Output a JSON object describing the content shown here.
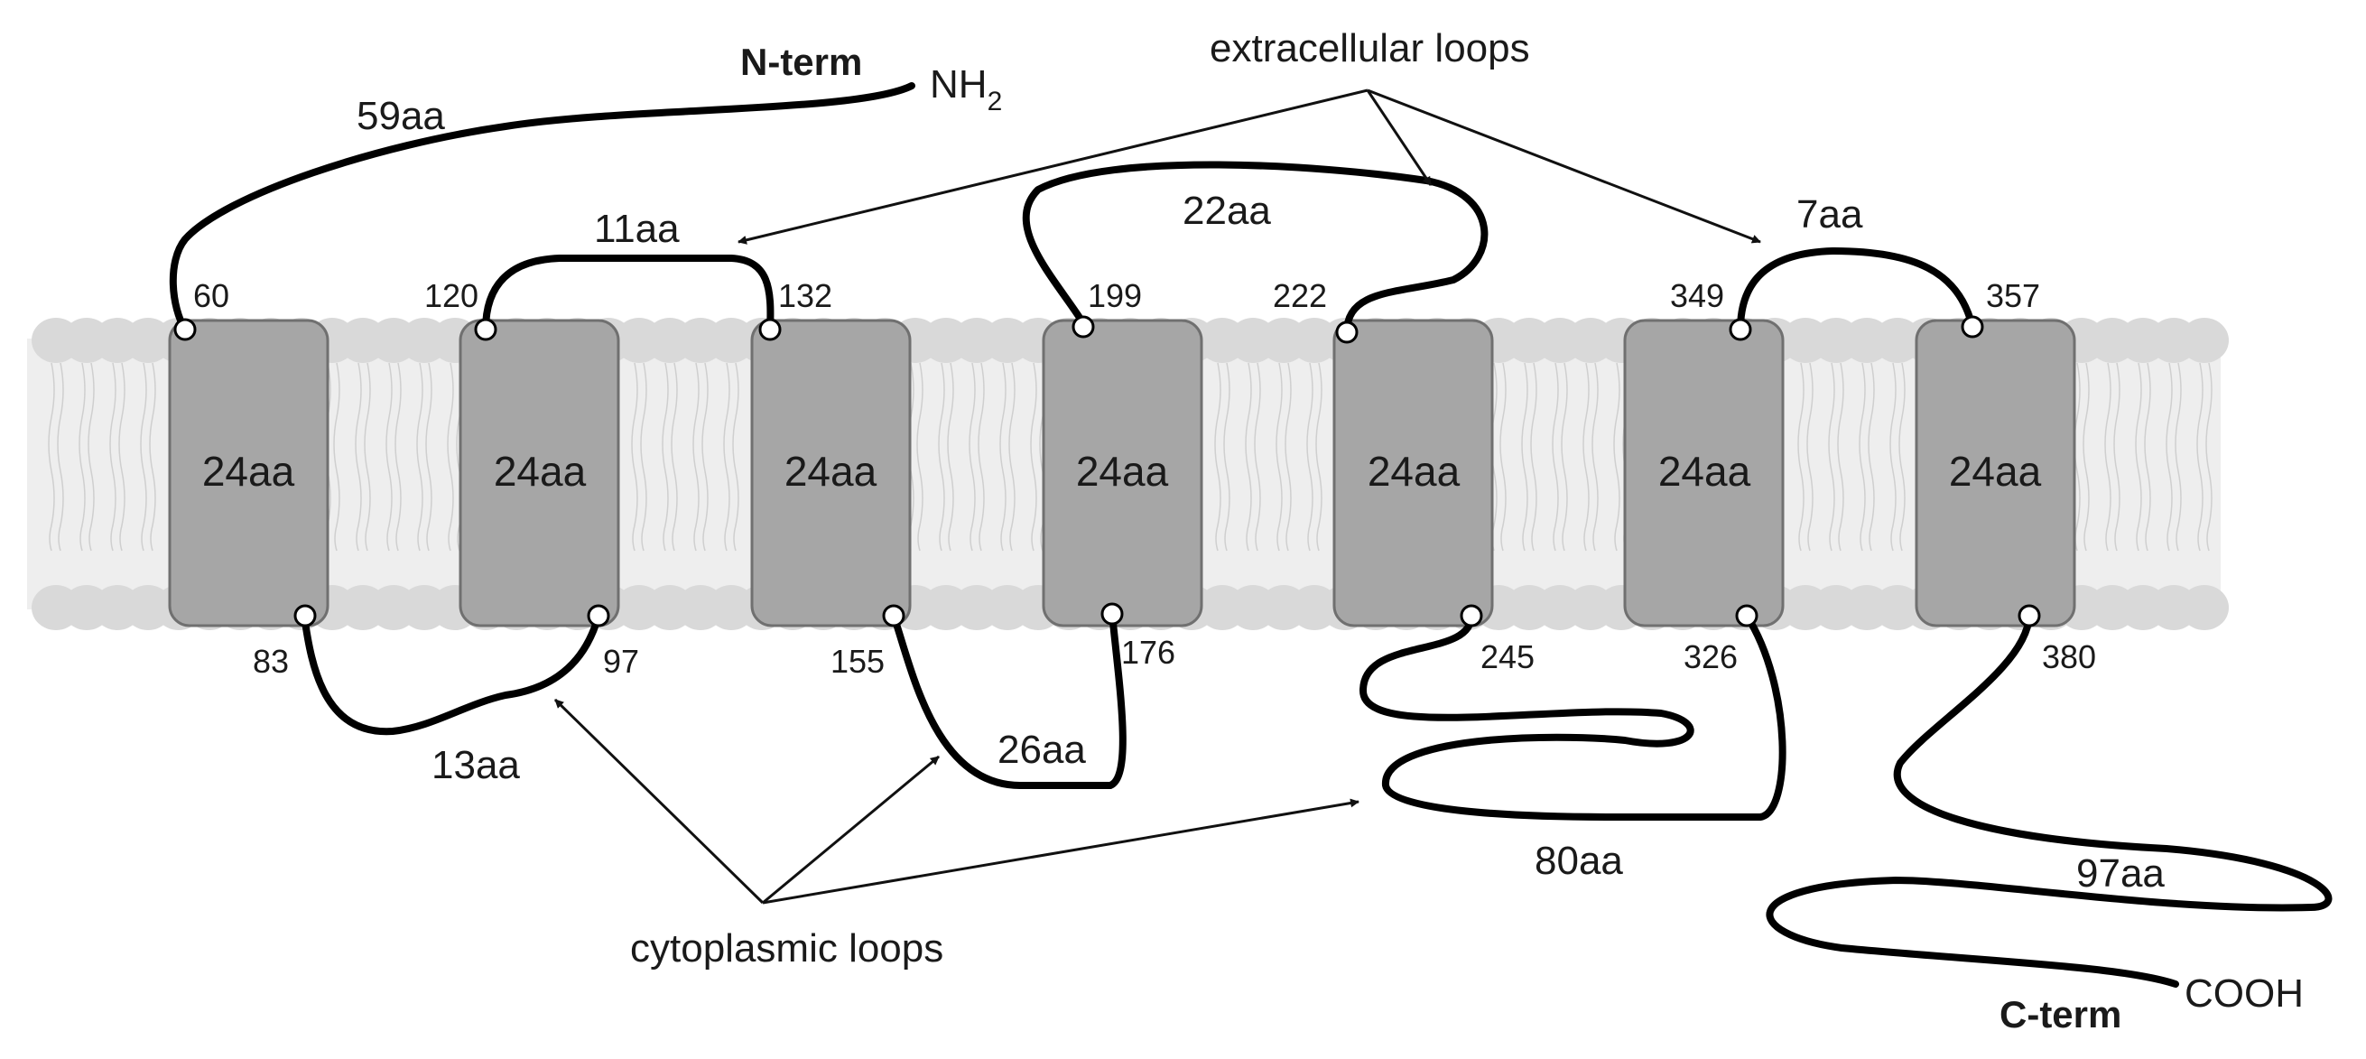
{
  "title_annotations": {
    "extracellular": "extracellular loops",
    "cytoplasmic": "cytoplasmic loops"
  },
  "termini": {
    "n_label": "N-term",
    "n_group_main": "NH",
    "n_group_sub": "2",
    "c_label": "C-term",
    "c_group": "COOH"
  },
  "helices": [
    {
      "label": "24aa",
      "top_residue": "60",
      "bottom_residue": "83"
    },
    {
      "label": "24aa",
      "top_residue": "120",
      "bottom_residue": "97"
    },
    {
      "label": "24aa",
      "top_residue": "132",
      "bottom_residue": "155"
    },
    {
      "label": "24aa",
      "top_residue": "199",
      "bottom_residue": "176"
    },
    {
      "label": "24aa",
      "top_residue": "222",
      "bottom_residue": "245"
    },
    {
      "label": "24aa",
      "top_residue": "349",
      "bottom_residue": "326"
    },
    {
      "label": "24aa",
      "top_residue": "357",
      "bottom_residue": "380"
    }
  ],
  "loops": {
    "n_tail": "59aa",
    "ecl1": "11aa",
    "ecl2": "22aa",
    "ecl3": "7aa",
    "icl1": "13aa",
    "icl2": "26aa",
    "icl3": "80aa",
    "c_tail": "97aa"
  },
  "colors": {
    "membrane_band": "#eeeeee",
    "lipid_head": "#d9d9d9",
    "helix_fill": "#a6a6a6",
    "helix_stroke": "#707070",
    "chain": "#000000"
  }
}
